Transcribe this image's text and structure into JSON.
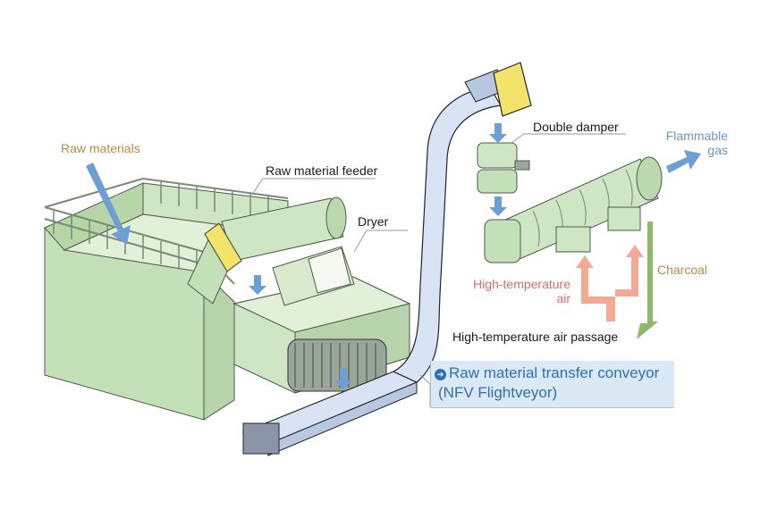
{
  "labels": {
    "raw_materials": "Raw materials",
    "raw_material_feeder": "Raw material feeder",
    "dryer": "Dryer",
    "double_damper": "Double damper",
    "flammable_gas_line1": "Flammable",
    "flammable_gas_line2": "gas",
    "charcoal": "Charcoal",
    "high_temp_air_line1": "High-temperature",
    "high_temp_air_line2": "air",
    "high_temp_air_passage": "High-temperature air passage"
  },
  "callout": {
    "line1": "Raw material transfer conveyor",
    "line2": "(NFV Flightveyor)",
    "bullet_icon": "circle-arrow-icon"
  },
  "colors": {
    "machine_green": "#cfe6c4",
    "conveyor_blue": "#d8e4f3",
    "feed_arrow_blue": "#6e9fd4",
    "hot_air_pink": "#f2ab92",
    "charcoal_green": "#8fb86a",
    "feeder_yellow": "#f3e36a",
    "callout_bg": "#dbe9f5"
  }
}
